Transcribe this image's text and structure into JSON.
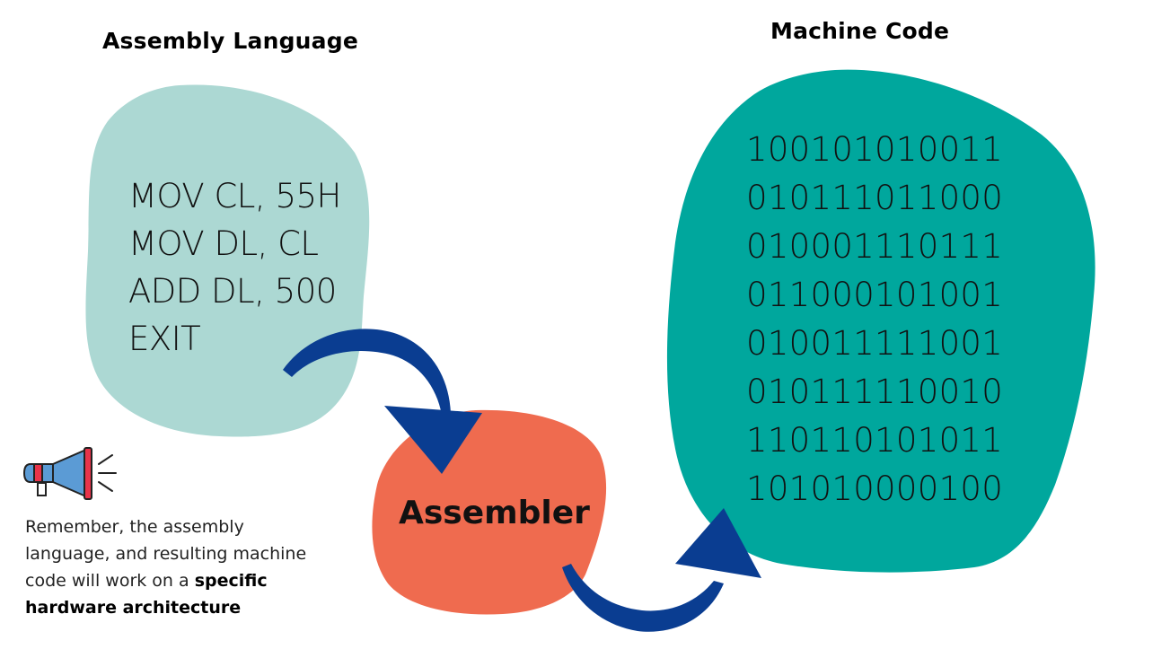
{
  "assembly": {
    "heading": "Assembly Language",
    "lines": [
      "MOV CL, 55H",
      "MOV DL, CL",
      "ADD DL, 500",
      "EXIT"
    ]
  },
  "machine_code": {
    "heading": "Machine Code",
    "lines": [
      "100101010011",
      "010111011000",
      "010001110111",
      "011000101001",
      "010011111001",
      "010111110010",
      "110110101011",
      "101010000100"
    ]
  },
  "assembler": {
    "label": "Assembler"
  },
  "note": {
    "text_before": "Remember, the assembly language, and resulting machine code will work on a ",
    "emphasis": "specific hardware architecture"
  },
  "icons": [
    "megaphone-icon",
    "arrow-icon"
  ],
  "colors": {
    "assembly_blob": "#acd8d3",
    "machine_blob": "#00a79d",
    "assembler_blob": "#ef6b4f",
    "arrow": "#0a3d91",
    "megaphone_body": "#5b9bd5",
    "megaphone_band": "#e8334a"
  }
}
